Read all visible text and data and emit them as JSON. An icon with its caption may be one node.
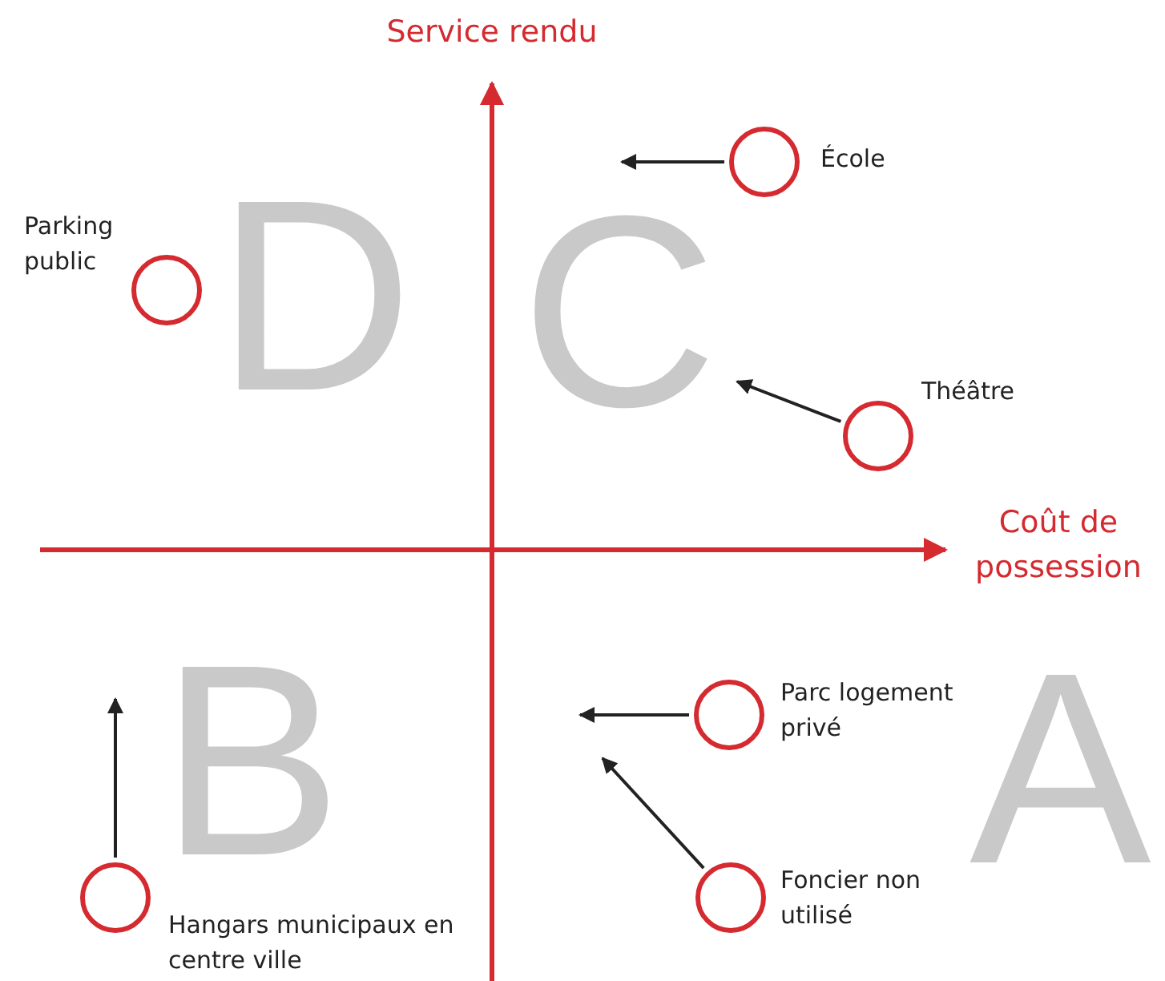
{
  "diagram": {
    "nodes": [
      {
        "text": [],
        "shape": "circle",
        "beside": [
          "École"
        ]
      },
      {
        "text": [],
        "shape": "circle",
        "beside": [
          "Parking public"
        ]
      },
      {
        "text": [],
        "shape": "circle",
        "beside": [
          "Théâtre"
        ]
      },
      {
        "text": [],
        "shape": "circle",
        "beside": [
          "Parc logement privé"
        ]
      },
      {
        "text": [],
        "shape": "circle",
        "beside": [
          "Hangars municipaux en centre ville"
        ]
      },
      {
        "text": [],
        "shape": "circle",
        "beside": [
          "Foncier non utilisé"
        ]
      }
    ],
    "edges": [
      {
        "from": 0,
        "to": null,
        "arrow": "to"
      },
      {
        "from": 2,
        "to": null,
        "arrow": "to"
      },
      {
        "from": 3,
        "to": null,
        "arrow": "to"
      },
      {
        "from": 4,
        "to": null,
        "arrow": "to"
      },
      {
        "from": 5,
        "to": null,
        "arrow": "to"
      }
    ],
    "labels": [
      "Service rendu",
      "D",
      "C",
      "Coût de possession",
      "B",
      "A"
    ]
  }
}
